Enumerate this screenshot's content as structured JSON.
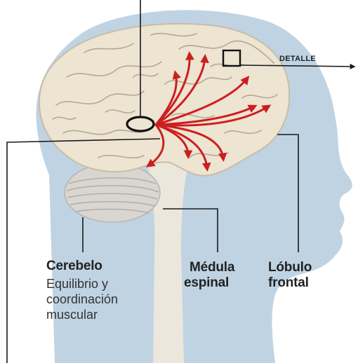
{
  "labels": {
    "detalle": "DETALLE",
    "cerebelo": {
      "title": "Cerebelo",
      "desc_line1": "Equilibrio y",
      "desc_line2": "coordinación",
      "desc_line3": "muscular"
    },
    "medula": {
      "line1": "Médula",
      "line2": "espinal"
    },
    "lobulo": {
      "line1": "Lóbulo",
      "line2": "frontal"
    }
  },
  "colors": {
    "head": "#bfd3e3",
    "brain": "#ede4d2",
    "brain_fold": "#b4a895",
    "cerebellum": "#d9d6d1",
    "stem": "#ece7dc",
    "arrow": "#cc1f1f",
    "line": "#1a1a1a"
  }
}
